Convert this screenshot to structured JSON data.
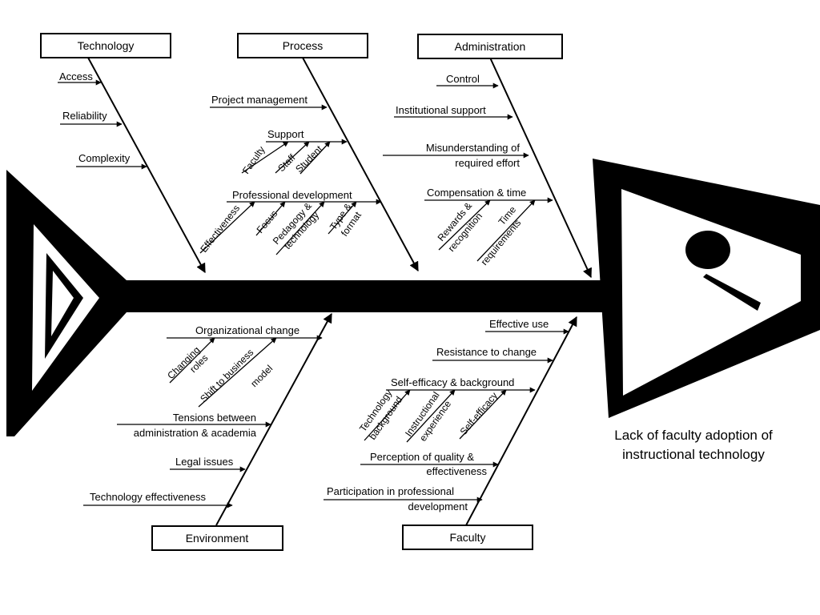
{
  "categories": {
    "technology": "Technology",
    "process": "Process",
    "administration": "Administration",
    "environment": "Environment",
    "faculty": "Faculty"
  },
  "causes": {
    "access": "Access",
    "reliability": "Reliability",
    "complexity": "Complexity",
    "project_management": "Project management",
    "support": "Support",
    "support_faculty": "Faculty",
    "support_staff": "Staff",
    "support_student": "Student",
    "professional_development": "Professional development",
    "pd_effectiveness": "Effectiveness",
    "pd_focus": "Focus",
    "pd_pedagogy_1": "Pedagogy &",
    "pd_pedagogy_2": "technology",
    "pd_type_1": "Type &",
    "pd_type_2": "format",
    "control": "Control",
    "institutional_support": "Institutional support",
    "misunderstanding_1": "Misunderstanding of",
    "misunderstanding_2": "required effort",
    "compensation_time": "Compensation & time",
    "rewards_1": "Rewards &",
    "rewards_2": "recognition",
    "time_req_1": "Time",
    "time_req_2": "requirements",
    "organizational_change": "Organizational  change",
    "changing_roles_1": "Changing",
    "changing_roles_2": "roles",
    "shift_model_1": "Shift to business",
    "shift_model_2": "model",
    "tensions_1": "Tensions between",
    "tensions_2": "administration & academia",
    "legal_issues": "Legal issues",
    "technology_effectiveness": "Technology effectiveness",
    "effective_use": "Effective use",
    "resistance_to_change": "Resistance to change",
    "self_efficacy_background": "Self-efficacy & background",
    "tech_background_1": "Technology",
    "tech_background_2": "background",
    "instr_experience_1": "Instructional",
    "instr_experience_2": "experience",
    "self_efficacy": "Self-efficacy",
    "perception_1": "Perception of quality &",
    "perception_2": "effectiveness",
    "participation_1": "Participation in professional",
    "participation_2": "development"
  },
  "effect": {
    "line1": "Lack of faculty adoption of",
    "line2": "instructional technology"
  },
  "colors": {
    "ink": "#000000",
    "background": "#ffffff"
  },
  "icons": {
    "fish_head": "fish-head-icon",
    "fish_tail": "fish-tail-icon",
    "fish_eye": "fish-eye-icon"
  }
}
